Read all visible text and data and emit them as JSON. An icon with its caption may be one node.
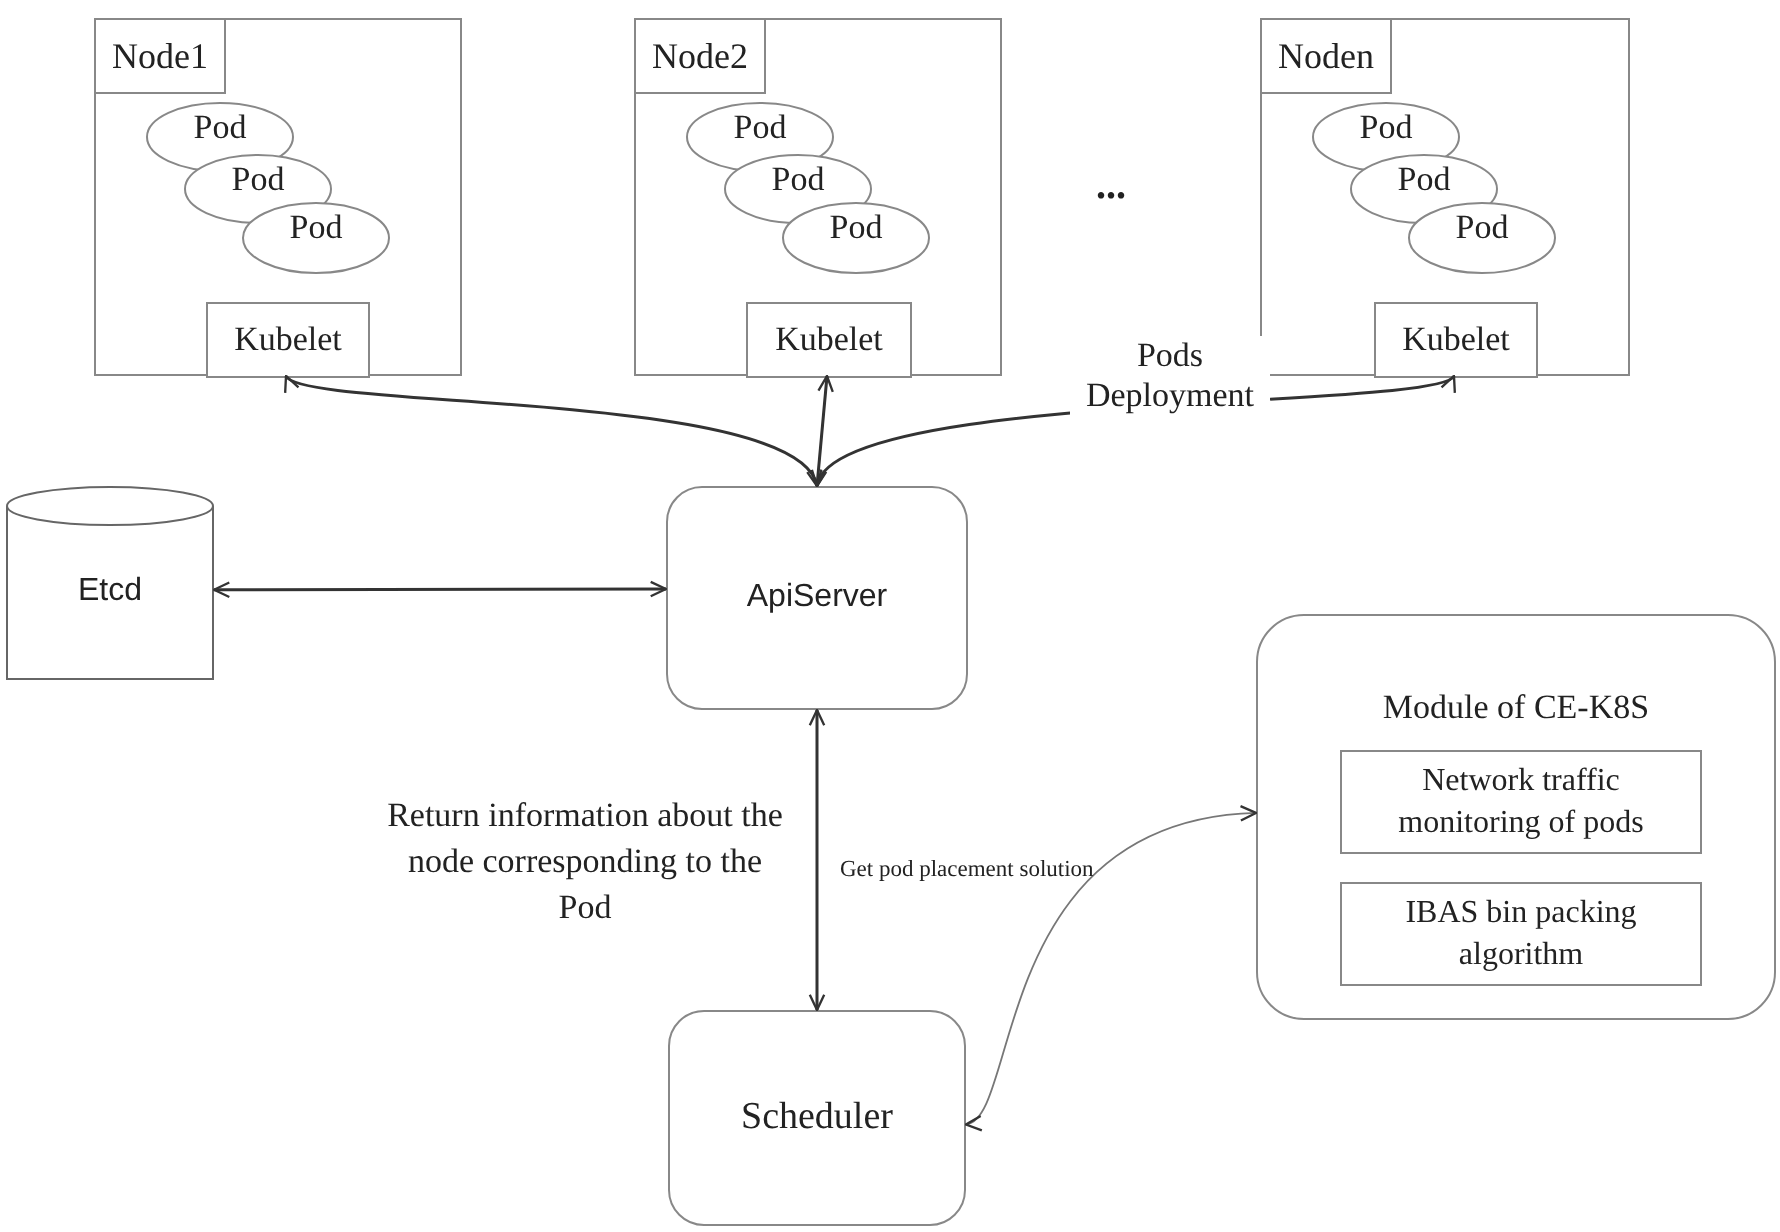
{
  "diagram": {
    "nodes": [
      {
        "text": [
          "Node1"
        ]
      },
      {
        "text": [
          "Pod"
        ],
        "in": 0
      },
      {
        "text": [
          "Pod"
        ],
        "in": 0
      },
      {
        "text": [
          "Pod"
        ],
        "in": 0
      },
      {
        "text": [
          "Kubelet"
        ],
        "in": 0
      },
      {
        "text": [
          "Node2"
        ]
      },
      {
        "text": [
          "Pod"
        ],
        "in": 5
      },
      {
        "text": [
          "Pod"
        ],
        "in": 5
      },
      {
        "text": [
          "Pod"
        ],
        "in": 5
      },
      {
        "text": [
          "Kubelet"
        ],
        "in": 5
      },
      {
        "text": [
          "Noden"
        ]
      },
      {
        "text": [
          "Pod"
        ],
        "in": 10
      },
      {
        "text": [
          "Pod"
        ],
        "in": 10
      },
      {
        "text": [
          "Pod"
        ],
        "in": 10
      },
      {
        "text": [
          "Kubelet"
        ],
        "in": 10
      },
      {
        "text": [
          "Etcd"
        ]
      },
      {
        "text": [
          "ApiServer"
        ]
      },
      {
        "text": [
          "Scheduler"
        ]
      },
      {
        "text": [
          "Module of CE-K8S"
        ]
      },
      {
        "text": [
          "Network traffic monitoring of pods"
        ],
        "in": 18
      },
      {
        "text": [
          "IBAS bin packing algorithm"
        ],
        "in": 18
      }
    ],
    "edges": [
      {
        "from": 16,
        "to": 4,
        "arrow": "both"
      },
      {
        "from": 16,
        "to": 9,
        "arrow": "both"
      },
      {
        "from": 16,
        "to": 14,
        "arrow": "both",
        "label": "Pods Deployment"
      },
      {
        "from": 15,
        "to": 16,
        "arrow": "both"
      },
      {
        "from": 16,
        "to": 17,
        "arrow": "both",
        "label": "Return information about the node corresponding to the Pod"
      },
      {
        "from": 17,
        "to": 18,
        "arrow": "both",
        "label": "Get pod placement solution"
      }
    ],
    "labels": [
      "..."
    ]
  }
}
